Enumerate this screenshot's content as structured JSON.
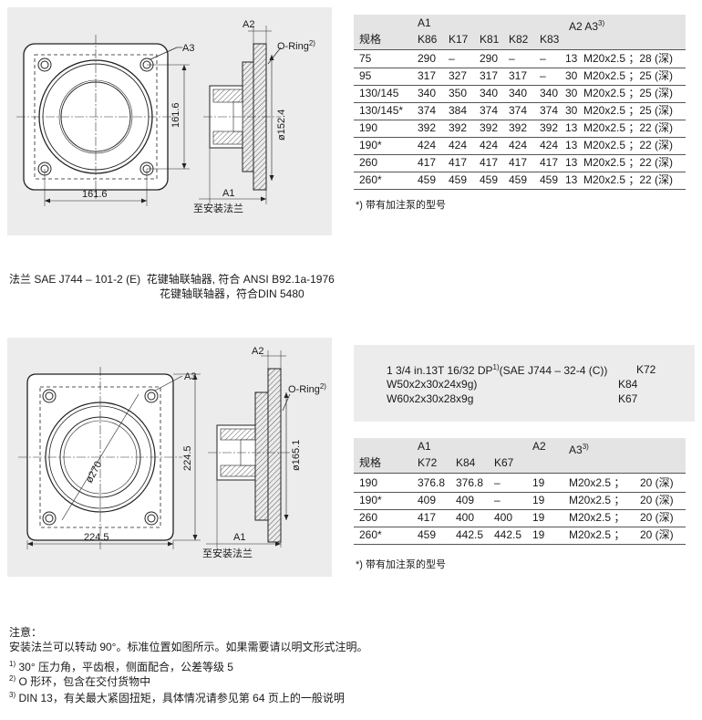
{
  "drawing1": {
    "label_a3": "A3",
    "label_a2": "A2",
    "label_oring": "O-Ring",
    "oring_sup": "2)",
    "dim_161_v": "161.6",
    "dim_152": "ø152.4",
    "dim_161_h": "161.6",
    "label_a1": "A1",
    "label_mount": "至安装法兰"
  },
  "table1": {
    "hdr_a1": "A1",
    "hdr_a2a3": "A2  A3",
    "hdr_a2a3_sup": "3)",
    "hdr_spec": "规格",
    "hdr_cols": [
      "K86",
      "K17",
      "K81",
      "K82",
      "K83"
    ],
    "rows": [
      {
        "spec": "75",
        "k86": "290",
        "k17": "–",
        "k81": "290",
        "k82": "–",
        "k83": "–",
        "a2": "13",
        "a3": "M20x2.5 ；28 (深)"
      },
      {
        "spec": "95",
        "k86": "317",
        "k17": "327",
        "k81": "317",
        "k82": "317",
        "k83": "–",
        "a2": "30",
        "a3": "M20x2.5 ；25 (深)"
      },
      {
        "spec": "130/145",
        "k86": "340",
        "k17": "350",
        "k81": "340",
        "k82": "340",
        "k83": "340",
        "a2": "30",
        "a3": "M20x2.5 ；25 (深)"
      },
      {
        "spec": "130/145*",
        "k86": "374",
        "k17": "384",
        "k81": "374",
        "k82": "374",
        "k83": "374",
        "a2": "30",
        "a3": "M20x2.5 ；25 (深)"
      },
      {
        "spec": "190",
        "k86": "392",
        "k17": "392",
        "k81": "392",
        "k82": "392",
        "k83": "392",
        "a2": "13",
        "a3": "M20x2.5 ；22 (深)"
      },
      {
        "spec": "190*",
        "k86": "424",
        "k17": "424",
        "k81": "424",
        "k82": "424",
        "k83": "424",
        "a2": "13",
        "a3": "M20x2.5 ；22 (深)"
      },
      {
        "spec": "260",
        "k86": "417",
        "k17": "417",
        "k81": "417",
        "k82": "417",
        "k83": "417",
        "a2": "13",
        "a3": "M20x2.5 ；22 (深)"
      },
      {
        "spec": "260*",
        "k86": "459",
        "k17": "459",
        "k81": "459",
        "k82": "459",
        "k83": "459",
        "a2": "13",
        "a3": "M20x2.5 ；22 (深)"
      }
    ],
    "note": "*) 带有加注泵的型号"
  },
  "flange": {
    "line1_prefix": "法兰 SAE J744 – 101-2 (E)",
    "line1_suffix": "花键轴联轴器, 符合 ANSI B92.1a-1976",
    "line2": "花键轴联轴器，符合DIN 5480"
  },
  "drawing2": {
    "label_a2": "A2",
    "label_a3": "A3",
    "label_oring": "O-Ring",
    "oring_sup": "2)",
    "dim_270": "ø270",
    "dim_224_v": "224.5",
    "dim_165": "ø165.1",
    "dim_224_h": "224.5",
    "label_a1": "A1",
    "label_mount": "至安装法兰"
  },
  "spline_box": {
    "line1": "1 3/4 in.13T 16/32 DP",
    "line1_sup": "1)",
    "line1_rest": "(SAE J744 – 32-4 (C))",
    "line1_code": "K72",
    "line2": "W50x2x30x24x9g)",
    "line2_code": "K84",
    "line3": "W60x2x30x28x9g",
    "line3_code": "K67"
  },
  "table2": {
    "hdr_a1": "A1",
    "hdr_a2": "A2",
    "hdr_a3": "A3",
    "hdr_a3_sup": "3)",
    "hdr_spec": "规格",
    "hdr_cols": [
      "K72",
      "K84",
      "K67"
    ],
    "rows": [
      {
        "spec": "190",
        "k72": "376.8",
        "k84": "376.8",
        "k67": "–",
        "a2": "19",
        "a3": "M20x2.5 ；",
        "depth": "20 (深)"
      },
      {
        "spec": "190*",
        "k72": "409",
        "k84": "409",
        "k67": "–",
        "a2": "19",
        "a3": "M20x2.5 ；",
        "depth": "20 (深)"
      },
      {
        "spec": "260",
        "k72": "417",
        "k84": "400",
        "k67": "400",
        "a2": "19",
        "a3": "M20x2.5 ；",
        "depth": "20 (深)"
      },
      {
        "spec": "260*",
        "k72": "459",
        "k84": "442.5",
        "k67": "442.5",
        "a2": "19",
        "a3": "M20x2.5 ；",
        "depth": "20 (深)"
      }
    ],
    "note": "*) 带有加注泵的型号"
  },
  "notes": {
    "title": "注意：",
    "line1": "安装法兰可以转动 90°。标准位置如图所示。如果需要请以明文形式注明。",
    "fn1_mark": "1)",
    "fn1": "30° 压力角，平齿根，侧面配合，公差等级 5",
    "fn2_mark": "2)",
    "fn2": "O 形环，包含在交付货物中",
    "fn3_mark": "3)",
    "fn3": "DIN 13，有关最大紧固扭矩，具体情况请参见第 64 页上的一般说明"
  }
}
